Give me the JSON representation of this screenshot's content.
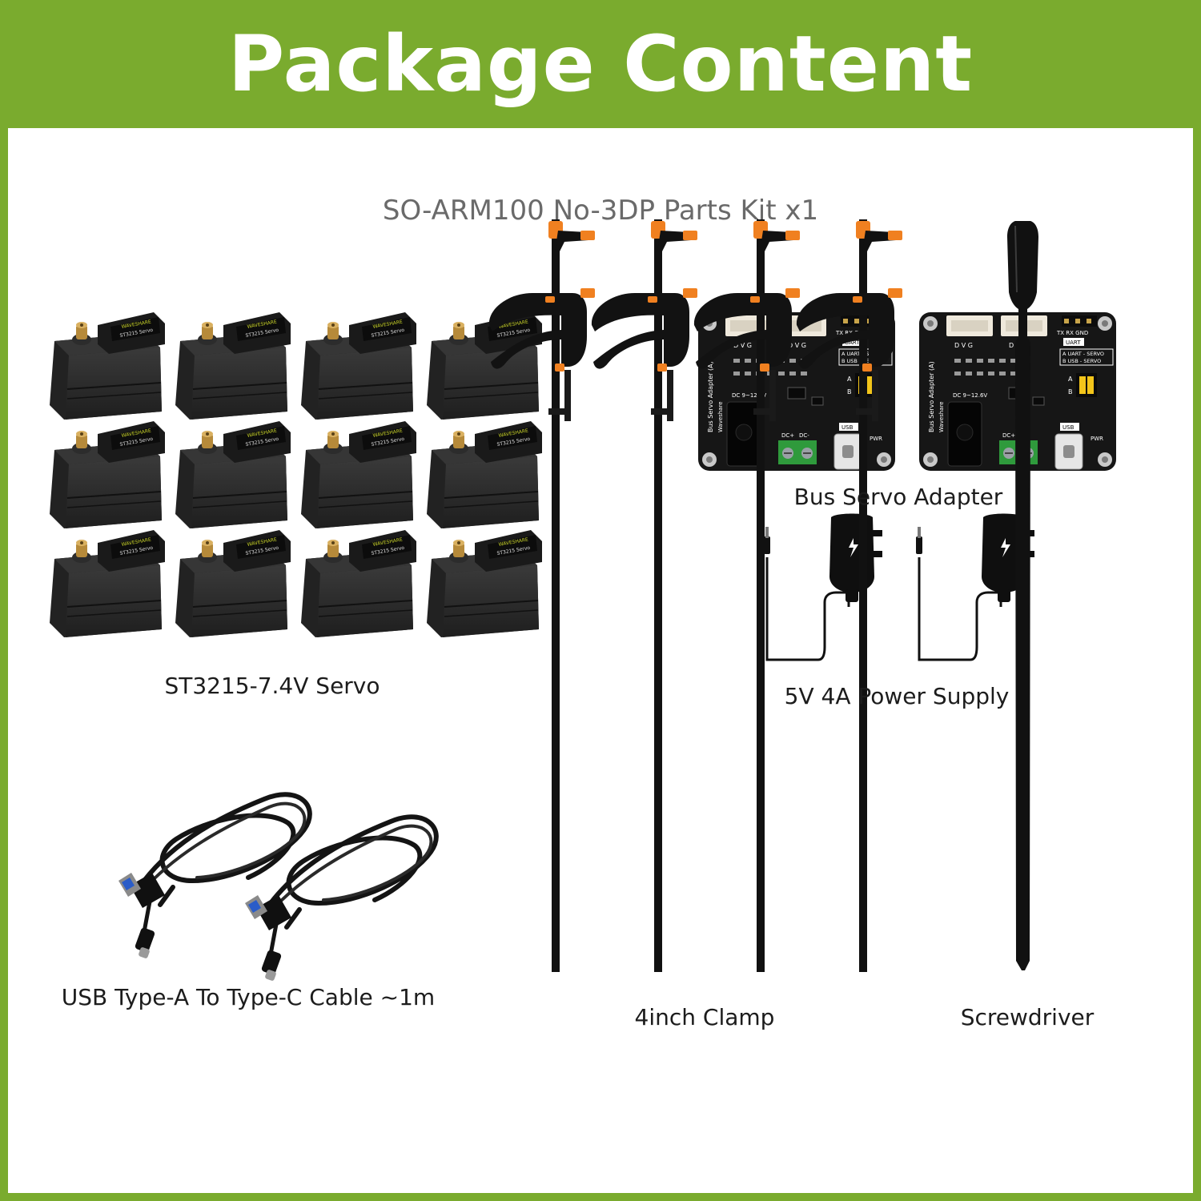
{
  "header": {
    "title": "Package Content"
  },
  "kit": {
    "title": "SO-ARM100 No-3DP Parts Kit x1"
  },
  "items": {
    "servo": {
      "label": "ST3215-7.4V Servo",
      "count": 12,
      "badge_brand": "WAVESHARE",
      "badge_model": "ST3215 Servo"
    },
    "adapter": {
      "label": "Bus Servo Adapter",
      "count": 2,
      "board_text": {
        "pins": "D V G",
        "uart_pins": "TX RX GND",
        "uart": "UART",
        "mode_a": "A UART - SERVO",
        "mode_b": "B USB - SERVO",
        "name": "Bus Servo Adapter (A)",
        "maker": "Waveshare",
        "dc_in": "DC 9~12.6V",
        "dc_plus": "DC+",
        "dc_minus": "DC-",
        "usb": "USB",
        "pwr": "PWR",
        "sw_a": "A",
        "sw_b": "B"
      }
    },
    "power": {
      "label": "5V 4A Power Supply",
      "count": 2
    },
    "cable": {
      "label": "USB Type-A To Type-C Cable ~1m",
      "count": 2
    },
    "clamp": {
      "label": "4inch Clamp",
      "count": 4
    },
    "screwdriver": {
      "label": "Screwdriver",
      "count": 1
    }
  },
  "colors": {
    "frame_green": "#7aab2e",
    "panel_white": "#ffffff",
    "servo_body": "#2a2a2a",
    "clamp_orange": "#f08020",
    "board_black": "#1a1a1a",
    "terminal_green": "#2f9a3c"
  }
}
